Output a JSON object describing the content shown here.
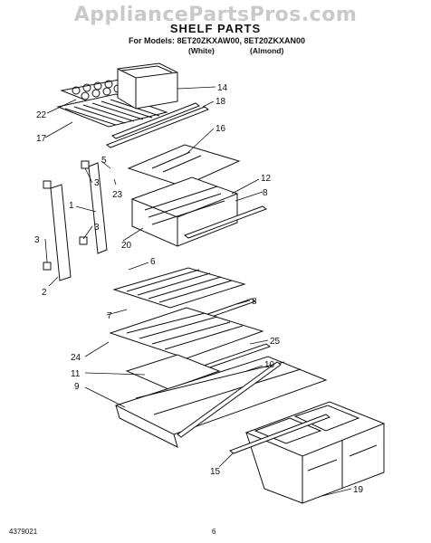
{
  "watermark": "AppliancePartsPros.com",
  "title": "SHELF PARTS",
  "models_line": "For Models: 8ET20ZKXAW00, 8ET20ZKXAN00",
  "variant_white": "(White)",
  "variant_almond": "(Almond)",
  "callouts": {
    "c1": "1",
    "c2": "2",
    "c3a": "3",
    "c3b": "3",
    "c3c": "3",
    "c5": "5",
    "c6": "6",
    "c7": "7",
    "c8a": "8",
    "c8b": "8",
    "c9": "9",
    "c10": "10",
    "c11": "11",
    "c12": "12",
    "c14": "14",
    "c15": "15",
    "c16": "16",
    "c17": "17",
    "c18": "18",
    "c19": "19",
    "c20": "20",
    "c22": "22",
    "c23": "23",
    "c24": "24",
    "c25": "25"
  },
  "footer_left": "4379021",
  "footer_page": "6"
}
